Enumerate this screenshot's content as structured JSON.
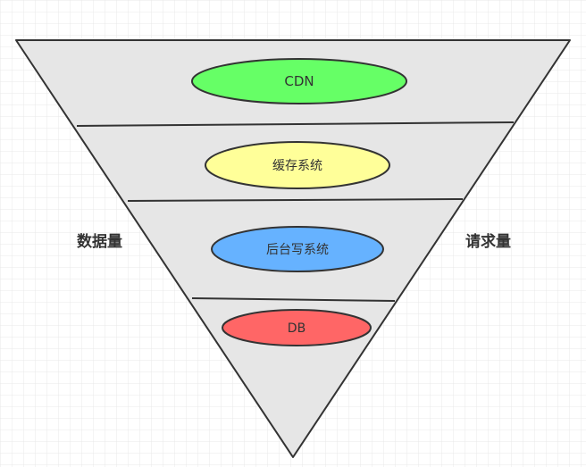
{
  "labels": {
    "left": "数据量",
    "right": "请求量"
  },
  "layers": [
    {
      "label": "CDN",
      "fill": "#66ff66"
    },
    {
      "label": "缓存系统",
      "fill": "#ffff99"
    },
    {
      "label": "后台写系统",
      "fill": "#66b2ff"
    },
    {
      "label": "DB",
      "fill": "#ff6666"
    }
  ],
  "colors": {
    "funnel_fill": "#e6e6e6",
    "stroke": "#333333",
    "grid": "#e8e8e8",
    "background": "#ffffff"
  }
}
